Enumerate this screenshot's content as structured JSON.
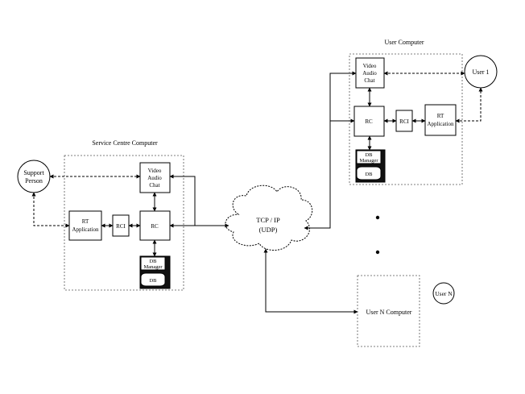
{
  "service_centre": {
    "title": "Service Centre Computer",
    "support_person": [
      "Support",
      "Person"
    ],
    "rt_app": [
      "RT",
      "Application"
    ],
    "rci": "RCI",
    "rc": "RC",
    "video": [
      "Video",
      "Audio",
      "Chat"
    ],
    "db_manager": [
      "DB",
      "Manager"
    ],
    "db": "DB"
  },
  "user_computer": {
    "title": "User Computer",
    "user": "User 1",
    "rt_app": [
      "RT",
      "Application"
    ],
    "rci": "RCI",
    "rc": "RC",
    "video": [
      "Video",
      "Audio",
      "Chat"
    ],
    "db_manager": [
      "DB",
      "Manager"
    ],
    "db": "DB"
  },
  "network": [
    "TCP / IP",
    "(UDP)"
  ],
  "user_n": {
    "title": "User N Computer",
    "user": "User N"
  }
}
